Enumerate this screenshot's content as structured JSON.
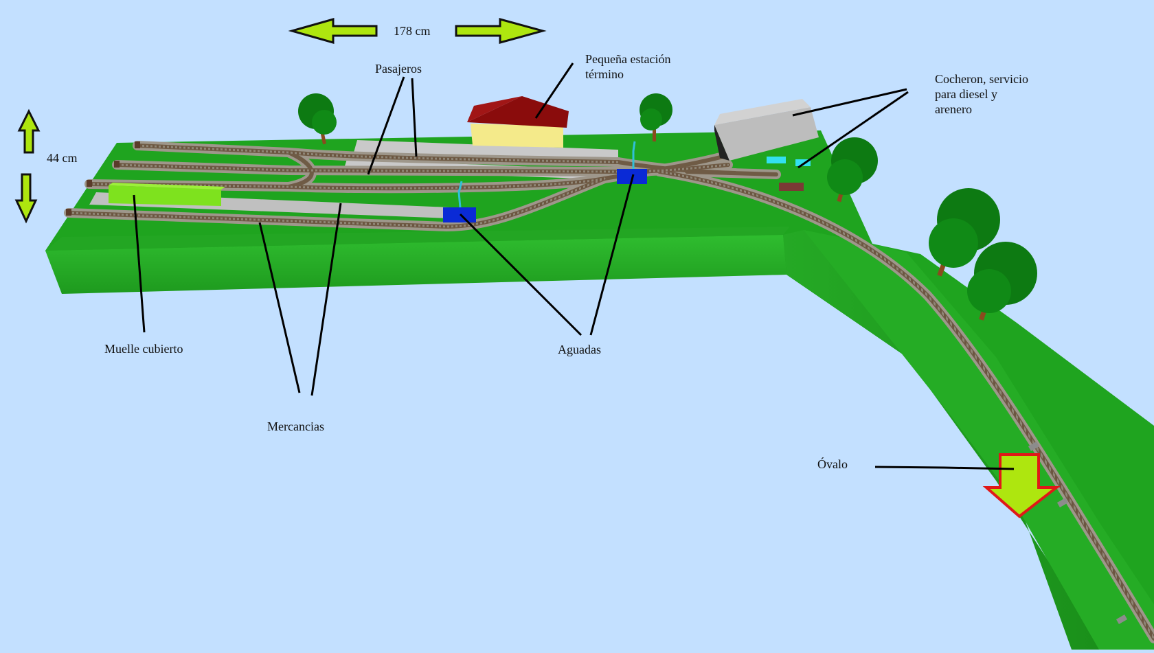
{
  "dimensions": {
    "width_label": "178 cm",
    "depth_label": "44 cm"
  },
  "labels": {
    "pasajeros": "Pasajeros",
    "estacion_line1": "Pequeña estación",
    "estacion_line2": "término",
    "cocheron_line1": "Cocheron, servicio",
    "cocheron_line2": "para diesel y",
    "cocheron_line3": "arenero",
    "muelle": "Muelle cubierto",
    "mercancias": "Mercancias",
    "aguadas": "Aguadas",
    "ovalo": "Óvalo"
  },
  "colors": {
    "sky": "#c3e0ff",
    "board_top": "#1fa41f",
    "board_front": "#29b029",
    "track_ballast": "#a29a8e",
    "track_rails": "#6b5540",
    "arrow_fill": "#aee60f",
    "arrow_outline": "#111111",
    "ovalo_arrow_outline": "#e01818",
    "station_wall": "#f4ea8a",
    "station_roof": "#8a0c0c",
    "shed": "#b8b8b8",
    "muelle": "#7ee21e",
    "water_tower": "#0a2ad6",
    "tree": "#0d7a12",
    "platform": "#c8c8c8"
  }
}
